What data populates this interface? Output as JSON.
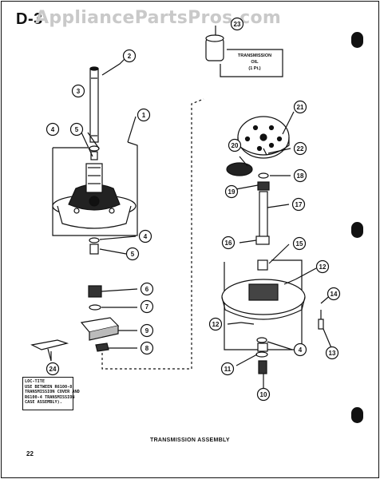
{
  "header": {
    "page_code": "D-3",
    "watermark": "AppliancePartsPros.com"
  },
  "footer": {
    "title": "TRANSMISSION ASSEMBLY",
    "page_number": "22"
  },
  "note_box": {
    "lines": [
      "LOC-TITE",
      "USE BETWEEN R6100-8",
      "TRANSMISSION COVER AND",
      "R6100-4 TRANSMISSION",
      "CASE ASSEMBLY)."
    ]
  },
  "oil_callout": {
    "lines": [
      "TRANSMISSION",
      "OIL",
      "(1 Pt.)"
    ]
  },
  "part_numbers": [
    "1",
    "2",
    "3",
    "4",
    "5",
    "6",
    "7",
    "8",
    "9",
    "10",
    "11",
    "12",
    "13",
    "14",
    "15",
    "16",
    "17",
    "18",
    "19",
    "20",
    "21",
    "22",
    "23",
    "24"
  ],
  "colors": {
    "ink": "#111111",
    "paper": "#ffffff",
    "watermark": "#c9c9c9"
  }
}
